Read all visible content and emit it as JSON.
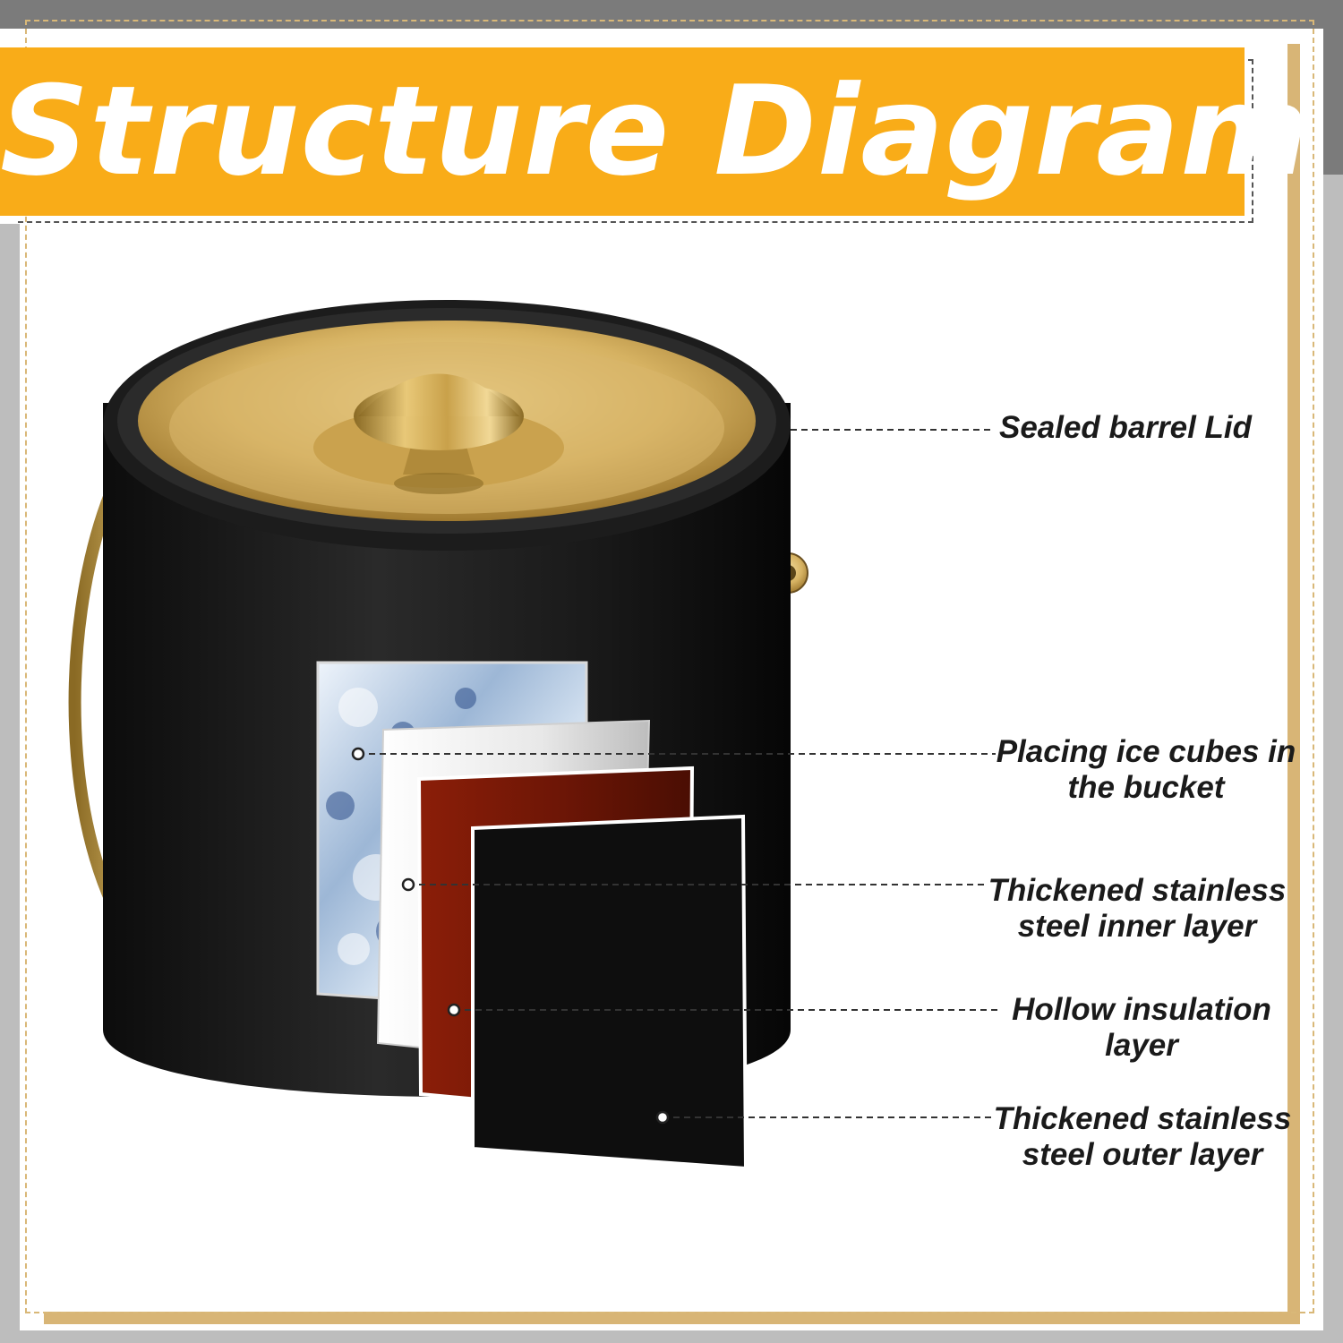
{
  "title": "Structure Diagram",
  "labels": {
    "lid": "Sealed barrel Lid",
    "ice_line1": "Placing ice cubes in",
    "ice_line2": "the bucket",
    "inner_line1": "Thickened stainless",
    "inner_line2": "steel inner layer",
    "hollow_line1": "Hollow insulation",
    "hollow_line2": "layer",
    "outer_line1": "Thickened stainless",
    "outer_line2": "steel outer layer"
  },
  "colors": {
    "accent": "#f9ac18",
    "gold": "#c9a14a",
    "bucket": "#141414",
    "insulation": "#7a1a08",
    "steel": "#e6e6e6"
  }
}
